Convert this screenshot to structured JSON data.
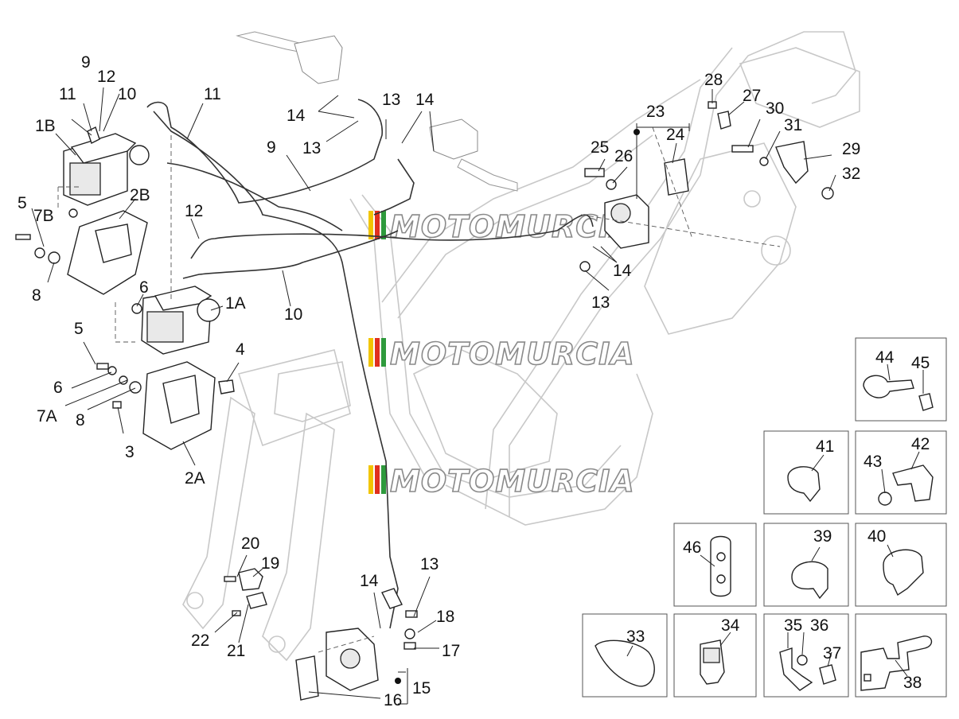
{
  "watermark": {
    "text": "MOTOMURCIA",
    "stripe_colors": [
      "#f2c500",
      "#e0301e",
      "#2e9a3c"
    ]
  },
  "callouts": {
    "c1B": "1B",
    "c9": "9",
    "c12a": "12",
    "c10a": "10",
    "c11a": "11",
    "c11b": "11",
    "c9b": "9",
    "c12b": "12",
    "c10b": "10",
    "c5a": "5",
    "c7B": "7B",
    "c8a": "8",
    "c2B": "2B",
    "c6a": "6",
    "c1A": "1A",
    "c5b": "5",
    "c6b": "6",
    "c7A": "7A",
    "c8b": "8",
    "c3": "3",
    "c4": "4",
    "c2A": "2A",
    "c14a": "14",
    "c13a": "13",
    "c13b": "13",
    "c14b": "14",
    "c23": "23",
    "c24": "24",
    "c25": "25",
    "c26": "26",
    "c14c": "14",
    "c13c": "13",
    "c28": "28",
    "c27": "27",
    "c30": "30",
    "c31": "31",
    "c29": "29",
    "c32": "32",
    "c20": "20",
    "c19": "19",
    "c22": "22",
    "c21": "21",
    "c14d": "14",
    "c13d": "13",
    "c18": "18",
    "c17": "17",
    "c15": "15",
    "c16": "16",
    "c44": "44",
    "c45": "45",
    "c41": "41",
    "c42": "42",
    "c43": "43",
    "c46": "46",
    "c39": "39",
    "c40": "40",
    "c33": "33",
    "c34": "34",
    "c35": "35",
    "c36": "36",
    "c37": "37",
    "c38": "38"
  }
}
